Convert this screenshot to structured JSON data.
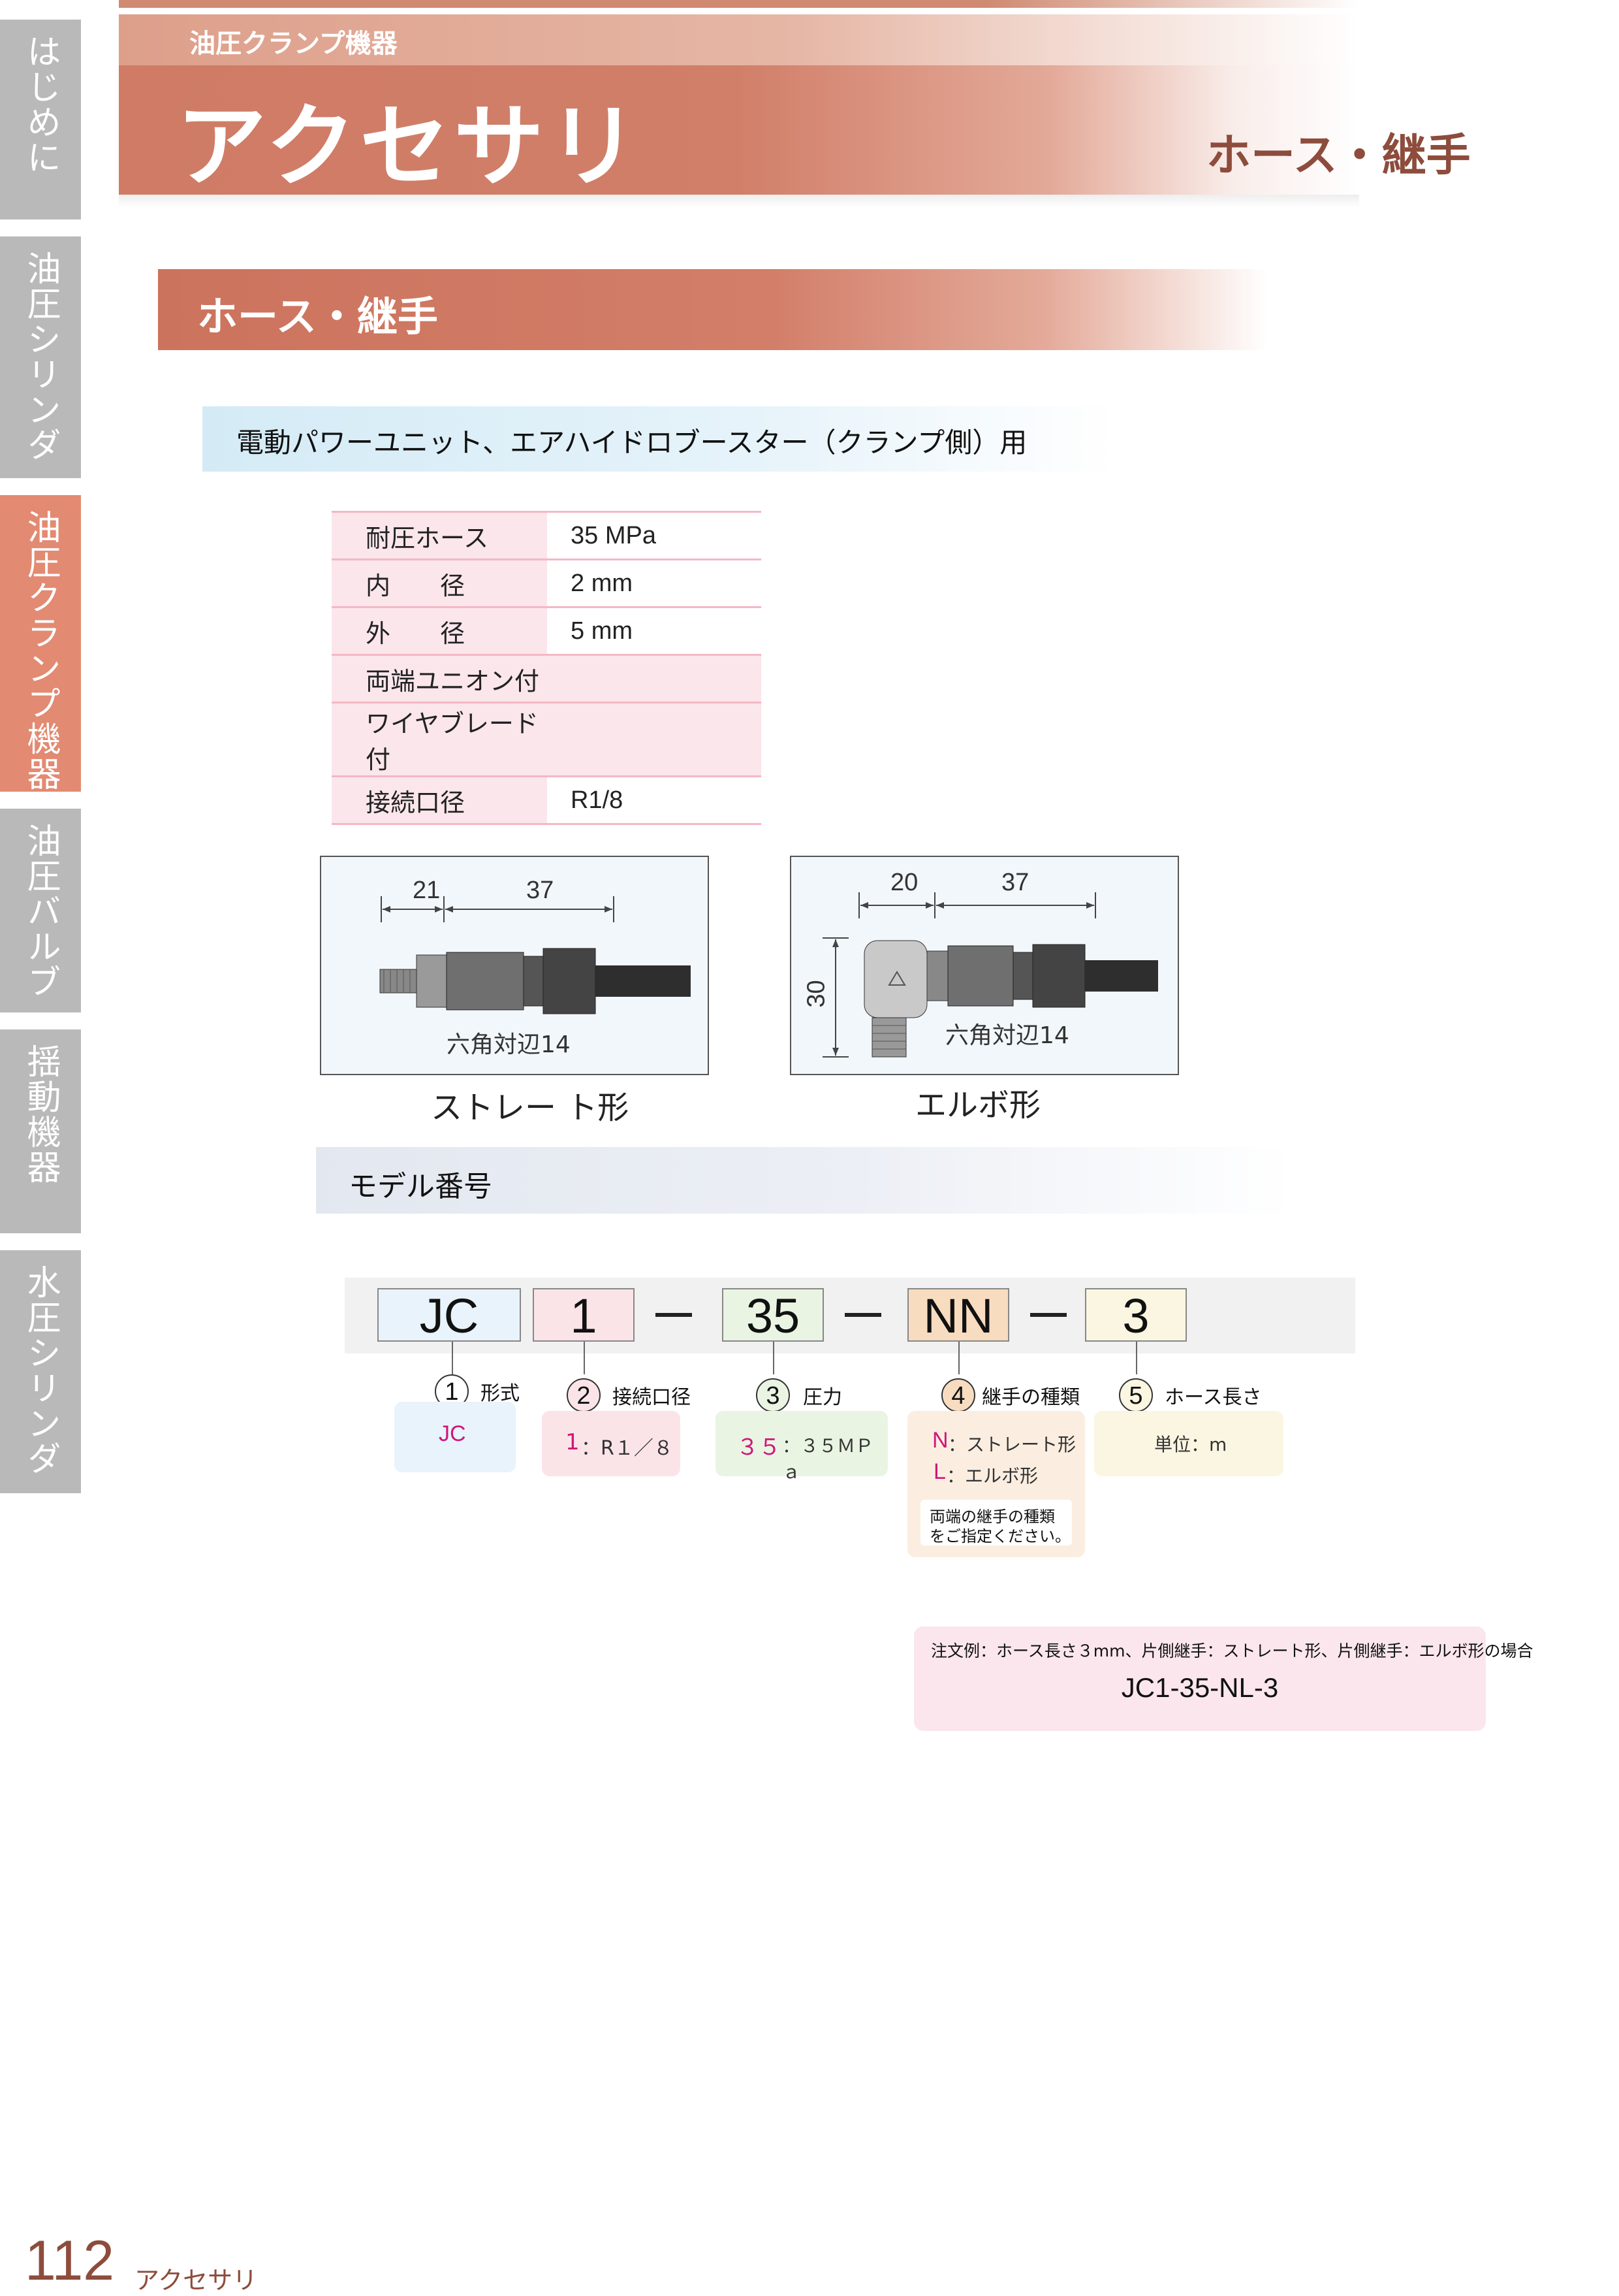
{
  "side_tabs": [
    {
      "label": "はじめに",
      "active": false
    },
    {
      "label": "油圧シリンダ",
      "active": false
    },
    {
      "label": "油圧クランプ機器",
      "active": true
    },
    {
      "label": "油圧バルブ",
      "active": false
    },
    {
      "label": "揺動機器",
      "active": false
    },
    {
      "label": "水圧シリンダ",
      "active": false
    }
  ],
  "header": {
    "category": "油圧クランプ機器",
    "title": "アクセサリ",
    "subtitle": "ホース・継手"
  },
  "section": {
    "title": "ホース・継手",
    "subsection": "電動パワーユニット、エアハイドロブースター（クランプ側）用"
  },
  "spec_table": [
    {
      "label": "耐圧ホース",
      "value": "35 MPa"
    },
    {
      "label": "内　　径",
      "value": "2 mm"
    },
    {
      "label": "外　　径",
      "value": "5 mm"
    },
    {
      "label": "両端ユニオン付",
      "value": ""
    },
    {
      "label": "ワイヤブレード付",
      "value": ""
    },
    {
      "label": "接続口径",
      "value": "R1/8"
    }
  ],
  "figures": {
    "straight": {
      "dim_a": "21",
      "dim_b": "37",
      "hex_note": "六角対辺14",
      "caption": "ストレー ト形"
    },
    "elbow": {
      "dim_a": "20",
      "dim_b": "37",
      "dim_h": "30",
      "hex_note": "六角対辺14",
      "caption": "エルボ形"
    }
  },
  "model": {
    "title": "モデル番号",
    "codes": [
      "JC",
      "1",
      "35",
      "NN",
      "3"
    ],
    "colors": {
      "c1": "#e8f3fb",
      "c2": "#fbe4e8",
      "c3": "#e9f4e3",
      "c4": "#f8dcc0",
      "c5": "#fbf6e2"
    },
    "options": [
      {
        "num": "1",
        "label": "形式",
        "values": [
          "JC"
        ]
      },
      {
        "num": "2",
        "label": "接続口径",
        "key": "1",
        "desc": "：R１／８"
      },
      {
        "num": "3",
        "label": "圧力",
        "key": "３５",
        "desc": "：３５ＭＰａ"
      },
      {
        "num": "4",
        "label": "継手の種類",
        "n_key": "N",
        "n_desc": "：ストレート形",
        "l_key": "L",
        "l_desc": "：エルボ形",
        "note1": "両端の継手の種類",
        "note2": "をご指定ください。"
      },
      {
        "num": "5",
        "label": "ホース長さ",
        "desc": "単位：m"
      }
    ]
  },
  "order_example": {
    "note": "注文例：ホース長さ３mm、片側継手：ストレート形、片側継手：エルボ形の場合",
    "code": "JC1-35-NL-3"
  },
  "footer": {
    "page": "112",
    "label": "アクセサリ"
  }
}
